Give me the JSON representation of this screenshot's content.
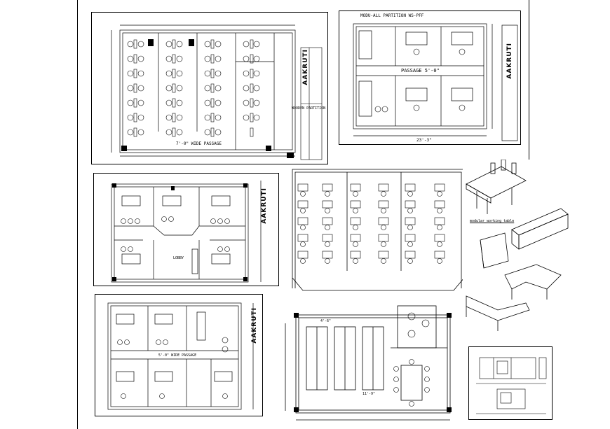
{
  "drawing": {
    "panels": [
      {
        "id": "p1",
        "brand": "AAKRUTI",
        "dim_label": "7'-0\" WIDE PASSAGE",
        "note": "WOODEN PARTITION"
      },
      {
        "id": "p2",
        "brand": "AAKRUTI",
        "top_label": "MODU-ALL  PARTITION WS-PFF",
        "passage_label": "PASSAGE 5'-0\"",
        "bottom_dim": "23'-3\""
      },
      {
        "id": "p3",
        "brand": "AAKRUTI",
        "room_label": "LOBBY"
      },
      {
        "id": "p4",
        "caption": "modular working table"
      },
      {
        "id": "p5",
        "brand": "AAKRUTI",
        "dim_label": "5'-0\" WIDE PASSAGE"
      },
      {
        "id": "p6",
        "top_dim": "4'-6\"",
        "side_dim": "11'-9\""
      },
      {
        "id": "p7"
      }
    ]
  }
}
